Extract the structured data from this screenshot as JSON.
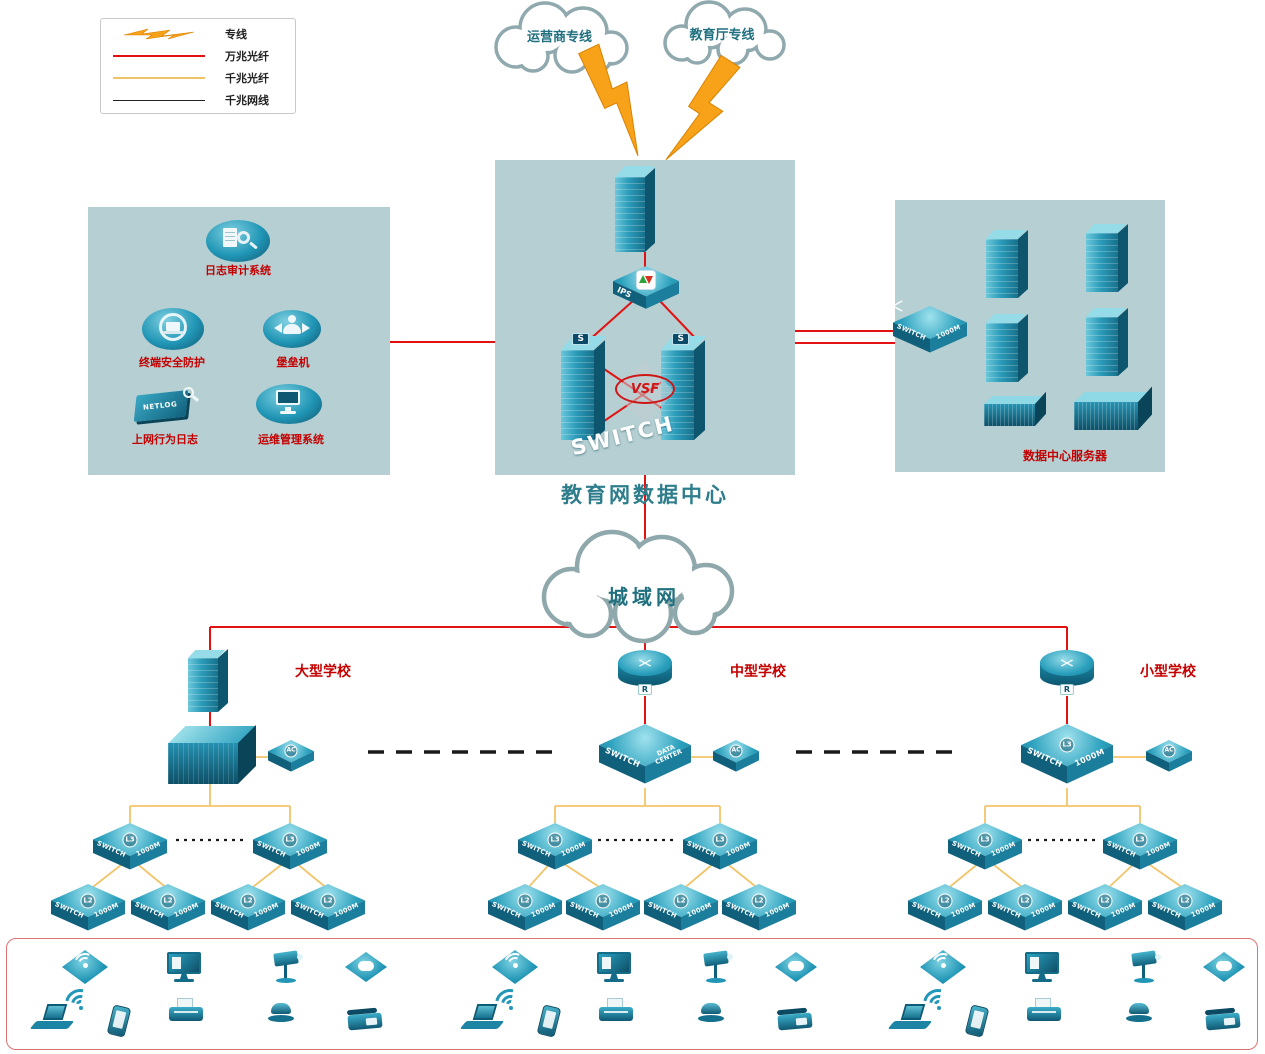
{
  "legend": {
    "items": [
      {
        "label": "专线",
        "color": "#f7a219"
      },
      {
        "label": "万兆光纤",
        "color": "#e31212"
      },
      {
        "label": "千兆光纤",
        "color": "#f2c469"
      },
      {
        "label": "千兆网线",
        "color": "#222222"
      }
    ]
  },
  "clouds": {
    "carrier": "运营商专线",
    "education": "教育厅专线",
    "man": "城域网"
  },
  "datacenter": {
    "title": "教育网数据中心",
    "ips": "IPS",
    "vsf": "VSF",
    "switch_watermark": "SWITCH",
    "s_label": "S"
  },
  "security": {
    "audit": "日志审计系统",
    "terminal": "终端安全防护",
    "bastion": "堡垒机",
    "netlog_label": "上网行为日志",
    "netlog_text": "NETLOG",
    "ops": "运维管理系统"
  },
  "servers": {
    "title": "数据中心服务器"
  },
  "labels": {
    "l3": "L3",
    "l2": "L2",
    "switch": "SWITCH",
    "speed": "1000M",
    "ac": "AC",
    "router": "R",
    "data": "DATA",
    "center": "CENTER"
  },
  "schools": {
    "large": "大型学校",
    "medium": "中型学校",
    "small": "小型学校"
  },
  "colors": {
    "zone_bg": "#b5cfd2",
    "device_teal": "#2196b6",
    "fiber_10g_red": "#e31212",
    "fiber_1g_yellow": "#f2c469",
    "cable_1g_black": "#222222",
    "lightning_orange": "#f7a219",
    "label_red": "#c40000",
    "title_teal": "#2e7d8c"
  },
  "endpoints": {
    "group_count": 3,
    "devices": [
      "wireless-ap",
      "monitor",
      "ip-camera",
      "chat-terminal",
      "wifi-signal",
      "laptop",
      "smartphone",
      "printer",
      "dome-camera",
      "telephone"
    ]
  }
}
